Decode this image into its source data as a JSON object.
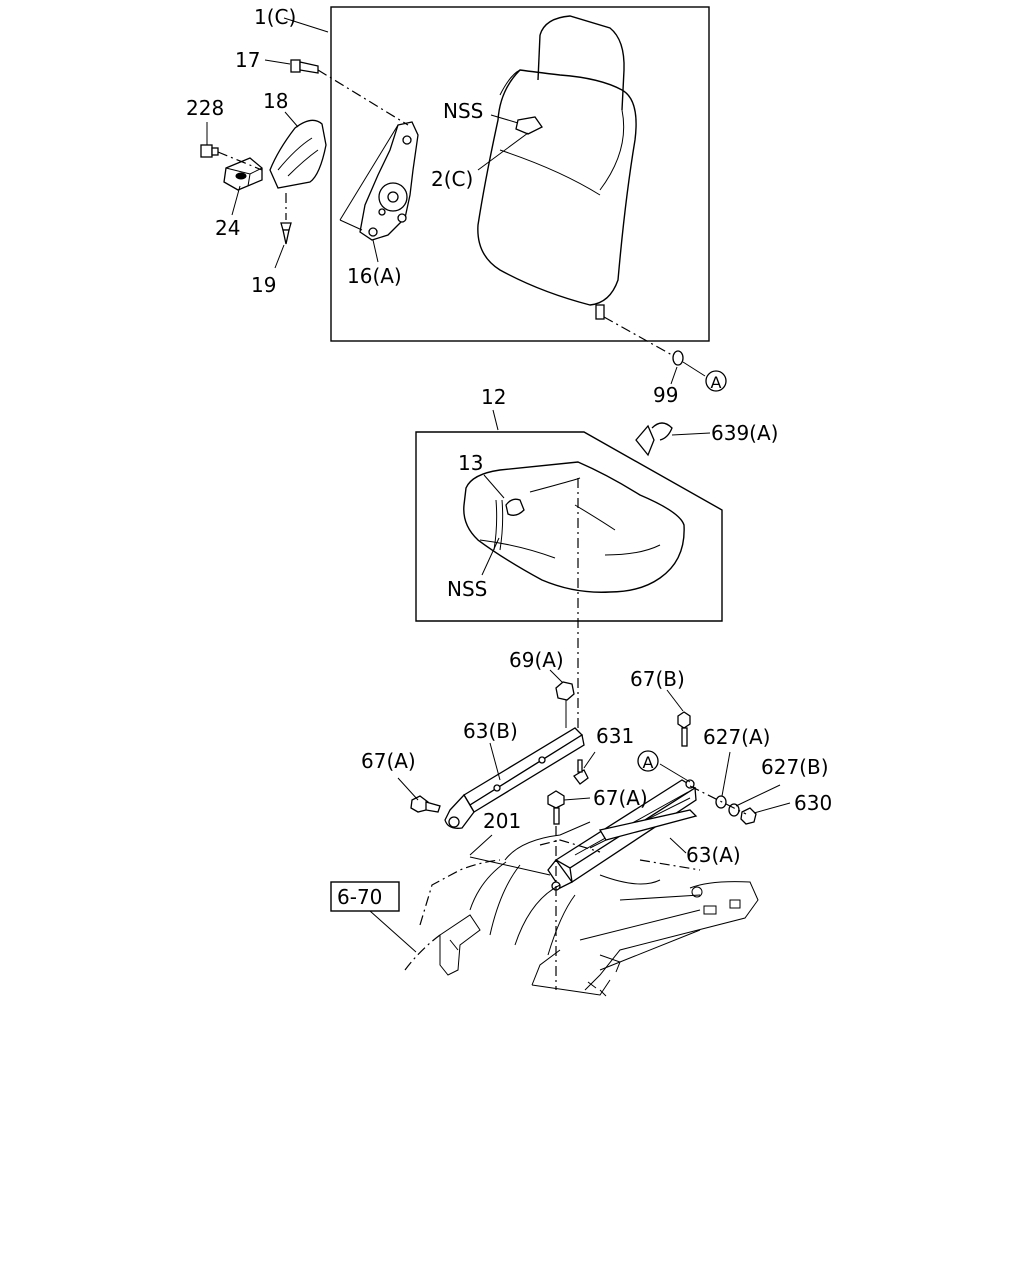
{
  "labels": {
    "p1c": "1(C)",
    "p17": "17",
    "p228": "228",
    "p18": "18",
    "nss_top": "NSS",
    "p2c": "2(C)",
    "p24": "24",
    "p19": "19",
    "p16a": "16(A)",
    "p99": "99",
    "circle_a_top": "A",
    "p12": "12",
    "p639a": "639(A)",
    "p13": "13",
    "nss_bottom": "NSS",
    "p69a": "69(A)",
    "p67b": "67(B)",
    "p63b": "63(B)",
    "p631": "631",
    "p627a": "627(A)",
    "p67a_left": "67(A)",
    "circle_a_mid": "A",
    "p627b": "627(B)",
    "p67a_mid": "67(A)",
    "p630": "630",
    "p201": "201",
    "p63a": "63(A)",
    "ref_670": "6-70"
  }
}
